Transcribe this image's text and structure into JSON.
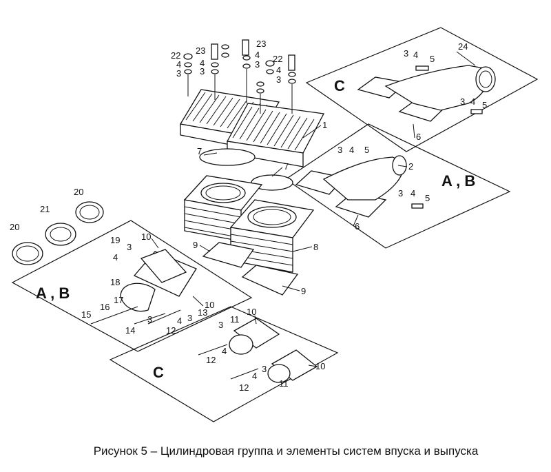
{
  "caption": "Рисунок 5 – Цилиндровая группа и элементы систем впуска и выпуска",
  "variant_labels": {
    "c_exhaust": "C",
    "ab_exhaust": "A , B",
    "ab_intake": "A , B",
    "c_intake": "C"
  },
  "callouts": {
    "n1": "1",
    "n2": "2",
    "n3": "3",
    "n4": "4",
    "n5": "5",
    "n6": "6",
    "n7": "7",
    "n8": "8",
    "n9": "9",
    "n10": "10",
    "n11": "11",
    "n12": "12",
    "n13": "13",
    "n14": "14",
    "n15": "15",
    "n16": "16",
    "n17": "17",
    "n18": "18",
    "n19": "19",
    "n20": "20",
    "n21": "21",
    "n22": "22",
    "n23": "23",
    "n24": "24"
  }
}
